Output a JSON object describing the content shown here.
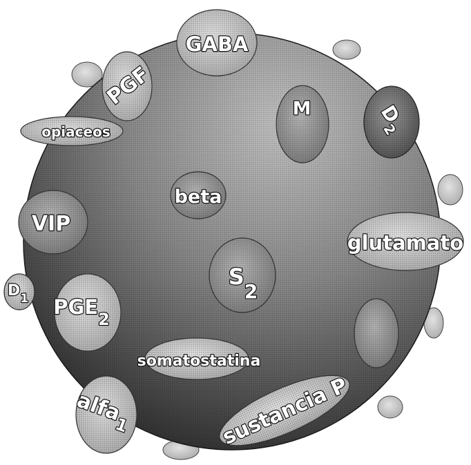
{
  "diagram": {
    "receptors": {
      "gaba": {
        "label": "GABA"
      },
      "pgf": {
        "label": "PGF"
      },
      "opiaceos": {
        "label": "opiaceos"
      },
      "m": {
        "label": "M"
      },
      "d2": {
        "label": "D",
        "sub": "2"
      },
      "beta": {
        "label": "beta"
      },
      "vip": {
        "label": "VIP"
      },
      "glutamato": {
        "label": "glutamato"
      },
      "s2": {
        "label": "S",
        "sub": "2"
      },
      "d1": {
        "label": "D",
        "sub": "1"
      },
      "pge2": {
        "label": "PGE",
        "sub": "2"
      },
      "somatostatina": {
        "label": "somatostatina"
      },
      "alfa1": {
        "label": "alfa",
        "sub": "1"
      },
      "sustancia_p": {
        "label": "sustancia P"
      }
    },
    "colors": {
      "sphere_light": "#b8b8b8",
      "sphere_dark": "#2e2e2e",
      "receptor_fill": "#c9c9c9",
      "receptor_dark": "#555555",
      "label_text": "#ffffff",
      "label_outline": "#111111"
    }
  }
}
